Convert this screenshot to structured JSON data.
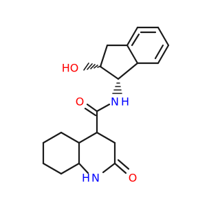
{
  "molecule": {
    "atoms": [
      {
        "id": "O1",
        "element": "O",
        "label": "HO",
        "color": "#ff0000"
      },
      {
        "id": "N1",
        "element": "N",
        "label": "N",
        "color": "#0000ff"
      },
      {
        "id": "H1",
        "element": "H",
        "label": "H",
        "color": "#0000ff"
      },
      {
        "id": "O2",
        "element": "O",
        "label": "O",
        "color": "#ff0000"
      },
      {
        "id": "N2",
        "element": "N",
        "label": "N",
        "color": "#0000ff"
      },
      {
        "id": "H2",
        "element": "H",
        "label": "H",
        "color": "#0000ff"
      },
      {
        "id": "O3",
        "element": "O",
        "label": "O",
        "color": "#ff0000"
      }
    ],
    "bond_color": "#1a1a1a"
  }
}
